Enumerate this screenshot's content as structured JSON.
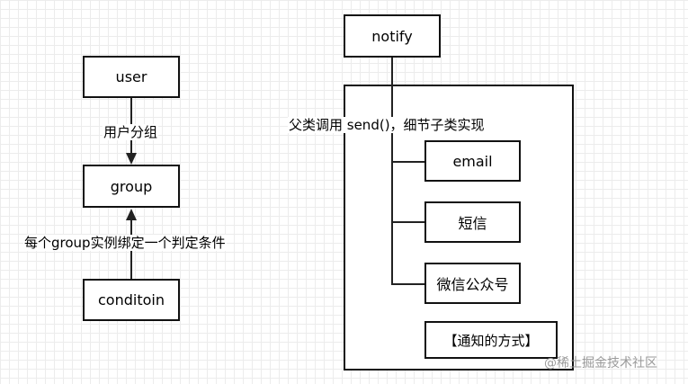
{
  "nodes": {
    "user": "user",
    "group": "group",
    "condition": "conditoin",
    "notify": "notify",
    "email": "email",
    "sms": "短信",
    "wechat": "微信公众号",
    "notify_methods_note": "【通知的方式】"
  },
  "edge_labels": {
    "user_group": "用户分组",
    "condition_group": "每个group实例绑定一个判定条件",
    "notify_subclasses": "父类调用 send()，细节子类实现"
  },
  "watermark": "@稀土掘金技术社区"
}
